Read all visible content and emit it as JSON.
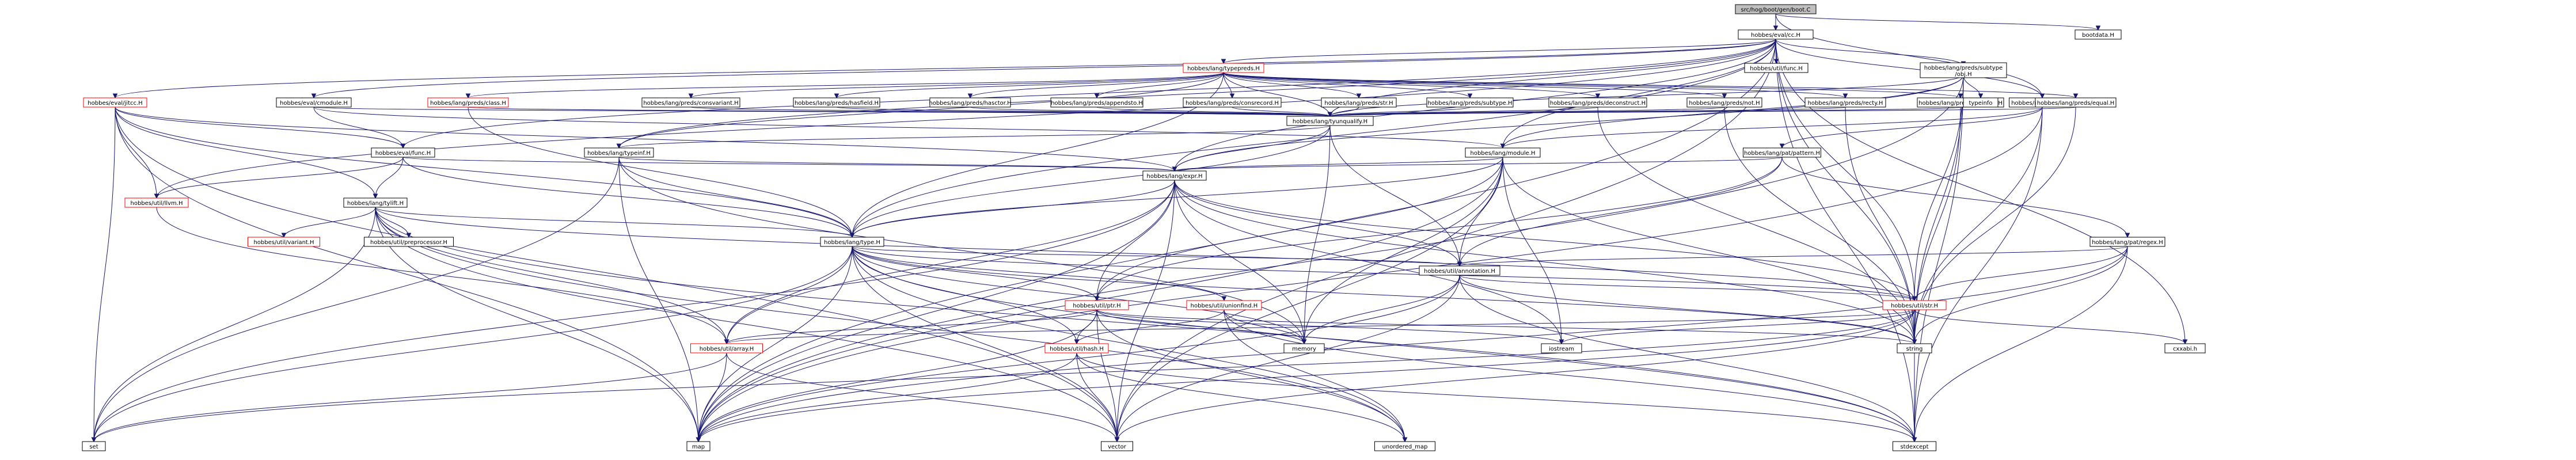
{
  "graph": {
    "root": "src/hog/boot/gen/boot.C",
    "nodes": [
      {
        "id": "root",
        "label": "src/hog/boot/gen/boot.C",
        "kind": "root"
      },
      {
        "id": "evalcc",
        "label": "hobbes/eval/cc.H",
        "kind": "plain"
      },
      {
        "id": "bootdata",
        "label": "bootdata.H",
        "kind": "plain"
      },
      {
        "id": "typepreds",
        "label": "hobbes/lang/typepreds.H",
        "kind": "red"
      },
      {
        "id": "jitcc",
        "label": "hobbes/eval/jitcc.H",
        "kind": "red"
      },
      {
        "id": "cmodule",
        "label": "hobbes/eval/cmodule.H",
        "kind": "plain"
      },
      {
        "id": "func",
        "label": "hobbes/util/func.H",
        "kind": "plain"
      },
      {
        "id": "subtype",
        "label": "hobbes/lang/preds/subtype/obj.H",
        "kind": "plain"
      },
      {
        "id": "readparser",
        "label": "hobbes/read/parser.H",
        "kind": "plain"
      },
      {
        "id": "pclass",
        "label": "hobbes/lang/preds/class.H",
        "kind": "red"
      },
      {
        "id": "pconvariant",
        "label": "hobbes/lang/preds/consvariant.H",
        "kind": "plain"
      },
      {
        "id": "hasfield",
        "label": "hobbes/lang/preds/hasfield.H",
        "kind": "plain"
      },
      {
        "id": "hasctor",
        "label": "hobbes/lang/preds/hasctor.H",
        "kind": "plain"
      },
      {
        "id": "appendsto",
        "label": "hobbes/lang/preds/appendsto.H",
        "kind": "plain"
      },
      {
        "id": "consrecord",
        "label": "hobbes/lang/preds/consrecord.H",
        "kind": "plain"
      },
      {
        "id": "pstr",
        "label": "hobbes/lang/preds/str.H",
        "kind": "plain"
      },
      {
        "id": "psubtype",
        "label": "hobbes/lang/preds/subtype.H",
        "kind": "plain"
      },
      {
        "id": "deconstruct",
        "label": "hobbes/lang/preds/deconstruct.H",
        "kind": "plain"
      },
      {
        "id": "pnot",
        "label": "hobbes/lang/preds/not.H",
        "kind": "plain"
      },
      {
        "id": "recty",
        "label": "hobbes/lang/preds/recty.H",
        "kind": "plain"
      },
      {
        "id": "packsto",
        "label": "hobbes/lang/preds/packsto.H",
        "kind": "plain"
      },
      {
        "id": "pequal",
        "label": "hobbes/lang/preds/equal.H",
        "kind": "plain"
      },
      {
        "id": "typeinfo",
        "label": "typeinfo",
        "kind": "plain"
      },
      {
        "id": "tyunqualify",
        "label": "hobbes/lang/tyunqualify.H",
        "kind": "plain"
      },
      {
        "id": "evalfunc",
        "label": "hobbes/eval/func.H",
        "kind": "plain"
      },
      {
        "id": "typeinf",
        "label": "hobbes/lang/typeinf.H",
        "kind": "plain"
      },
      {
        "id": "module",
        "label": "hobbes/lang/module.H",
        "kind": "plain"
      },
      {
        "id": "patpattern",
        "label": "hobbes/lang/pat/pattern.H",
        "kind": "plain"
      },
      {
        "id": "expr",
        "label": "hobbes/lang/expr.H",
        "kind": "plain"
      },
      {
        "id": "llvm",
        "label": "hobbes/util/llvm.H",
        "kind": "red"
      },
      {
        "id": "tylift",
        "label": "hobbes/lang/tylift.H",
        "kind": "plain"
      },
      {
        "id": "variant",
        "label": "hobbes/util/variant.H",
        "kind": "red"
      },
      {
        "id": "preprocessor",
        "label": "hobbes/util/preprocessor.H",
        "kind": "plain"
      },
      {
        "id": "type",
        "label": "hobbes/lang/type.H",
        "kind": "plain"
      },
      {
        "id": "patregex",
        "label": "hobbes/lang/pat/regex.H",
        "kind": "plain"
      },
      {
        "id": "annotation",
        "label": "hobbes/util/annotation.H",
        "kind": "plain"
      },
      {
        "id": "ptr",
        "label": "hobbes/util/ptr.H",
        "kind": "red"
      },
      {
        "id": "unionfind",
        "label": "hobbes/util/unionfind.H",
        "kind": "red"
      },
      {
        "id": "str",
        "label": "hobbes/util/str.H",
        "kind": "red"
      },
      {
        "id": "array",
        "label": "hobbes/util/array.H",
        "kind": "red"
      },
      {
        "id": "hash",
        "label": "hobbes/util/hash.H",
        "kind": "red"
      },
      {
        "id": "memory",
        "label": "memory",
        "kind": "plain"
      },
      {
        "id": "iostream",
        "label": "iostream",
        "kind": "plain"
      },
      {
        "id": "string",
        "label": "string",
        "kind": "plain"
      },
      {
        "id": "cxxabi",
        "label": "cxxabi.h",
        "kind": "plain"
      },
      {
        "id": "set",
        "label": "set",
        "kind": "plain"
      },
      {
        "id": "map",
        "label": "map",
        "kind": "plain"
      },
      {
        "id": "vector",
        "label": "vector",
        "kind": "plain"
      },
      {
        "id": "unordered_map",
        "label": "unordered_map",
        "kind": "plain"
      },
      {
        "id": "stdexcept",
        "label": "stdexcept",
        "kind": "plain"
      }
    ],
    "edges": [
      [
        "root",
        "evalcc"
      ],
      [
        "root",
        "bootdata"
      ],
      [
        "root",
        "readparser"
      ],
      [
        "evalcc",
        "typepreds"
      ],
      [
        "evalcc",
        "jitcc"
      ],
      [
        "evalcc",
        "cmodule"
      ],
      [
        "evalcc",
        "func"
      ],
      [
        "evalcc",
        "subtype"
      ],
      [
        "evalcc",
        "readparser"
      ],
      [
        "evalcc",
        "str"
      ],
      [
        "evalcc",
        "llvm"
      ],
      [
        "evalcc",
        "type"
      ],
      [
        "evalcc",
        "string"
      ],
      [
        "evalcc",
        "map"
      ],
      [
        "evalcc",
        "stdexcept"
      ],
      [
        "evalcc",
        "vector"
      ],
      [
        "evalcc",
        "cxxabi"
      ],
      [
        "evalcc",
        "expr"
      ],
      [
        "evalcc",
        "tyunqualify"
      ],
      [
        "evalcc",
        "module"
      ],
      [
        "evalcc",
        "typeinf"
      ],
      [
        "evalcc",
        "evalfunc"
      ],
      [
        "typepreds",
        "pclass"
      ],
      [
        "typepreds",
        "pconvariant"
      ],
      [
        "typepreds",
        "hasfield"
      ],
      [
        "typepreds",
        "hasctor"
      ],
      [
        "typepreds",
        "appendsto"
      ],
      [
        "typepreds",
        "consrecord"
      ],
      [
        "typepreds",
        "pstr"
      ],
      [
        "typepreds",
        "psubtype"
      ],
      [
        "typepreds",
        "deconstruct"
      ],
      [
        "typepreds",
        "pnot"
      ],
      [
        "typepreds",
        "recty"
      ],
      [
        "typepreds",
        "packsto"
      ],
      [
        "typepreds",
        "pequal"
      ],
      [
        "typepreds",
        "tyunqualify"
      ],
      [
        "typepreds",
        "type"
      ],
      [
        "typepreds",
        "typeinf"
      ],
      [
        "pclass",
        "tyunqualify"
      ],
      [
        "pclass",
        "type"
      ],
      [
        "pconvariant",
        "tyunqualify"
      ],
      [
        "hasfield",
        "tyunqualify"
      ],
      [
        "hasctor",
        "tyunqualify"
      ],
      [
        "appendsto",
        "tyunqualify"
      ],
      [
        "consrecord",
        "tyunqualify"
      ],
      [
        "pstr",
        "tyunqualify"
      ],
      [
        "psubtype",
        "tyunqualify"
      ],
      [
        "deconstruct",
        "tyunqualify"
      ],
      [
        "pnot",
        "tyunqualify"
      ],
      [
        "recty",
        "tyunqualify"
      ],
      [
        "packsto",
        "tyunqualify"
      ],
      [
        "pequal",
        "tyunqualify"
      ],
      [
        "pnot",
        "string"
      ],
      [
        "recty",
        "string"
      ],
      [
        "packsto",
        "string"
      ],
      [
        "pequal",
        "string"
      ],
      [
        "deconstruct",
        "string"
      ],
      [
        "subtype",
        "tyunqualify"
      ],
      [
        "subtype",
        "typeinfo"
      ],
      [
        "subtype",
        "str"
      ],
      [
        "subtype",
        "string"
      ],
      [
        "subtype",
        "map"
      ],
      [
        "subtype",
        "stdexcept"
      ],
      [
        "subtype",
        "module"
      ],
      [
        "subtype",
        "expr"
      ],
      [
        "readparser",
        "module"
      ],
      [
        "readparser",
        "patpattern"
      ],
      [
        "readparser",
        "string"
      ],
      [
        "readparser",
        "map"
      ],
      [
        "readparser",
        "stdexcept"
      ],
      [
        "jitcc",
        "llvm"
      ],
      [
        "jitcc",
        "evalfunc"
      ],
      [
        "jitcc",
        "type"
      ],
      [
        "jitcc",
        "expr"
      ],
      [
        "jitcc",
        "map"
      ],
      [
        "jitcc",
        "vector"
      ],
      [
        "jitcc",
        "set"
      ],
      [
        "jitcc",
        "tylift"
      ],
      [
        "cmodule",
        "module"
      ],
      [
        "cmodule",
        "evalfunc"
      ],
      [
        "cmodule",
        "tyunqualify"
      ],
      [
        "tyunqualify",
        "typeinf"
      ],
      [
        "tyunqualify",
        "expr"
      ],
      [
        "tyunqualify",
        "type"
      ],
      [
        "tyunqualify",
        "annotation"
      ],
      [
        "tyunqualify",
        "memory"
      ],
      [
        "evalfunc",
        "llvm"
      ],
      [
        "evalfunc",
        "tylift"
      ],
      [
        "evalfunc",
        "type"
      ],
      [
        "evalfunc",
        "expr"
      ],
      [
        "typeinf",
        "expr"
      ],
      [
        "typeinf",
        "type"
      ],
      [
        "typeinf",
        "set"
      ],
      [
        "typeinf",
        "map"
      ],
      [
        "typeinf",
        "memory"
      ],
      [
        "module",
        "expr"
      ],
      [
        "module",
        "type"
      ],
      [
        "module",
        "annotation"
      ],
      [
        "module",
        "ptr"
      ],
      [
        "module",
        "iostream"
      ],
      [
        "module",
        "string"
      ],
      [
        "module",
        "memory"
      ],
      [
        "module",
        "vector"
      ],
      [
        "module",
        "map"
      ],
      [
        "patpattern",
        "expr"
      ],
      [
        "patpattern",
        "patregex"
      ],
      [
        "patpattern",
        "annotation"
      ],
      [
        "patpattern",
        "ptr"
      ],
      [
        "expr",
        "type"
      ],
      [
        "expr",
        "annotation"
      ],
      [
        "expr",
        "ptr"
      ],
      [
        "expr",
        "array"
      ],
      [
        "expr",
        "string"
      ],
      [
        "expr",
        "memory"
      ],
      [
        "expr",
        "iostream"
      ],
      [
        "expr",
        "vector"
      ],
      [
        "expr",
        "map"
      ],
      [
        "expr",
        "set"
      ],
      [
        "expr",
        "str"
      ],
      [
        "llvm",
        "array"
      ],
      [
        "tylift",
        "variant"
      ],
      [
        "tylift",
        "preprocessor"
      ],
      [
        "tylift",
        "type"
      ],
      [
        "tylift",
        "array"
      ],
      [
        "tylift",
        "str"
      ],
      [
        "tylift",
        "set"
      ],
      [
        "tylift",
        "map"
      ],
      [
        "tylift",
        "vector"
      ],
      [
        "tylift",
        "unordered_map"
      ],
      [
        "tylift",
        "stdexcept"
      ],
      [
        "type",
        "annotation"
      ],
      [
        "type",
        "ptr"
      ],
      [
        "type",
        "unionfind"
      ],
      [
        "type",
        "str"
      ],
      [
        "type",
        "array"
      ],
      [
        "type",
        "hash"
      ],
      [
        "type",
        "memory"
      ],
      [
        "type",
        "string"
      ],
      [
        "type",
        "set"
      ],
      [
        "type",
        "map"
      ],
      [
        "type",
        "vector"
      ],
      [
        "type",
        "unordered_map"
      ],
      [
        "type",
        "stdexcept"
      ],
      [
        "patregex",
        "annotation"
      ],
      [
        "patregex",
        "str"
      ],
      [
        "patregex",
        "string"
      ],
      [
        "patregex",
        "map"
      ],
      [
        "patregex",
        "stdexcept"
      ],
      [
        "annotation",
        "str"
      ],
      [
        "annotation",
        "string"
      ],
      [
        "annotation",
        "memory"
      ],
      [
        "annotation",
        "stdexcept"
      ],
      [
        "annotation",
        "map"
      ],
      [
        "annotation",
        "vector"
      ],
      [
        "ptr",
        "hash"
      ],
      [
        "ptr",
        "array"
      ],
      [
        "ptr",
        "string"
      ],
      [
        "ptr",
        "memory"
      ],
      [
        "ptr",
        "iostream"
      ],
      [
        "ptr",
        "map"
      ],
      [
        "ptr",
        "vector"
      ],
      [
        "ptr",
        "unordered_map"
      ],
      [
        "unionfind",
        "hash"
      ],
      [
        "unionfind",
        "memory"
      ],
      [
        "unionfind",
        "stdexcept"
      ],
      [
        "unionfind",
        "unordered_map"
      ],
      [
        "str",
        "array"
      ],
      [
        "str",
        "string"
      ],
      [
        "str",
        "cxxabi"
      ],
      [
        "str",
        "iostream"
      ],
      [
        "str",
        "map"
      ],
      [
        "str",
        "vector"
      ],
      [
        "str",
        "set"
      ],
      [
        "str",
        "stdexcept"
      ],
      [
        "array",
        "set"
      ],
      [
        "array",
        "map"
      ],
      [
        "array",
        "vector"
      ],
      [
        "hash",
        "map"
      ],
      [
        "hash",
        "vector"
      ],
      [
        "hash",
        "unordered_map"
      ],
      [
        "hash",
        "stdexcept"
      ]
    ]
  }
}
